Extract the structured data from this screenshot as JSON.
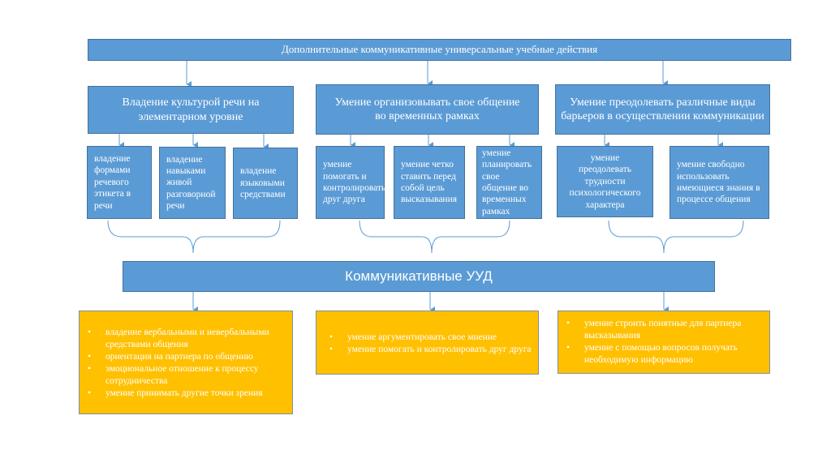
{
  "title": "Дополнительные коммуникативные универсальные учебные действия",
  "groups": [
    {
      "label": "Владение культурой речи на элементарном уровне",
      "items": [
        "владение формами речевого этикета в речи",
        "владение навыками живой разговорной речи",
        "владение языковыми средствами"
      ]
    },
    {
      "label": "Умение организовывать свое общение во временных рамках",
      "items": [
        "умение помогать и контролировать друг друга",
        "умение четко ставить перед собой цель высказывания",
        "умение планировать свое общение во временных рамках"
      ]
    },
    {
      "label": "Умение преодолевать различные виды барьеров в осуществлении коммуникации",
      "items": [
        "умение преодолевать трудности психологического характера",
        "умение свободно использовать имеющиеся знания в процессе общения"
      ]
    }
  ],
  "main": "Коммуникативные УУД",
  "results": [
    [
      "владение вербальными и невербальными средствами общения",
      "ориентация на партнера по общению",
      "эмоциональное отношение к процессу сотрудничества",
      "умение принимать другие точки зрения"
    ],
    [
      "умение аргументировать свое мнение",
      "умение помогать и контролировать друг друга"
    ],
    [
      "умение строить понятные для партнера высказывания",
      "умение с помощью вопросов получать необходимую информацию"
    ]
  ],
  "colors": {
    "box": "#5b9bd5",
    "border": "#41719c",
    "result": "#ffc000"
  }
}
